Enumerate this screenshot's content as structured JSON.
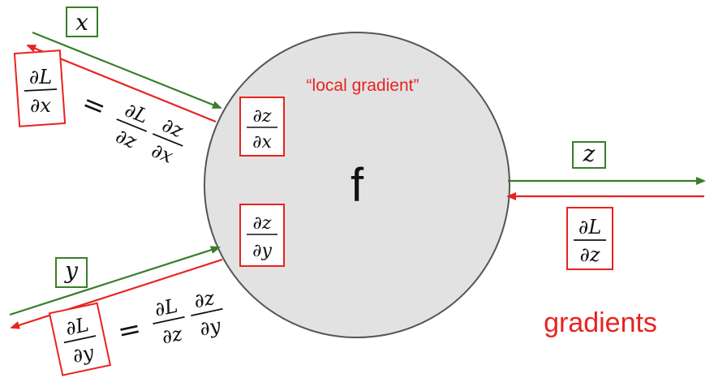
{
  "node": {
    "label": "f",
    "note": "“local gradient”",
    "local_grad_x": {
      "num": "∂z",
      "den": "∂x"
    },
    "local_grad_y": {
      "num": "∂z",
      "den": "∂y"
    }
  },
  "inputs": {
    "x": {
      "label": "x",
      "upstream_grad": {
        "num": "∂L",
        "den": "∂x"
      },
      "equals": "=",
      "chain_1": {
        "num": "∂L",
        "den": "∂z"
      },
      "chain_2": {
        "num": "∂z",
        "den": "∂x"
      }
    },
    "y": {
      "label": "y",
      "upstream_grad": {
        "num": "∂L",
        "den": "∂y"
      },
      "equals": "=",
      "chain_1": {
        "num": "∂L",
        "den": "∂z"
      },
      "chain_2": {
        "num": "∂z",
        "den": "∂y"
      }
    }
  },
  "output": {
    "label": "z",
    "grad": {
      "num": "∂L",
      "den": "∂z"
    }
  },
  "caption": "gradients",
  "colors": {
    "forward": "#3a7d2a",
    "backward": "#e8231f",
    "box_green": "#3a7d2a",
    "box_red": "#e8231f",
    "node_fill": "#e2e2e2",
    "node_stroke": "#555555"
  }
}
